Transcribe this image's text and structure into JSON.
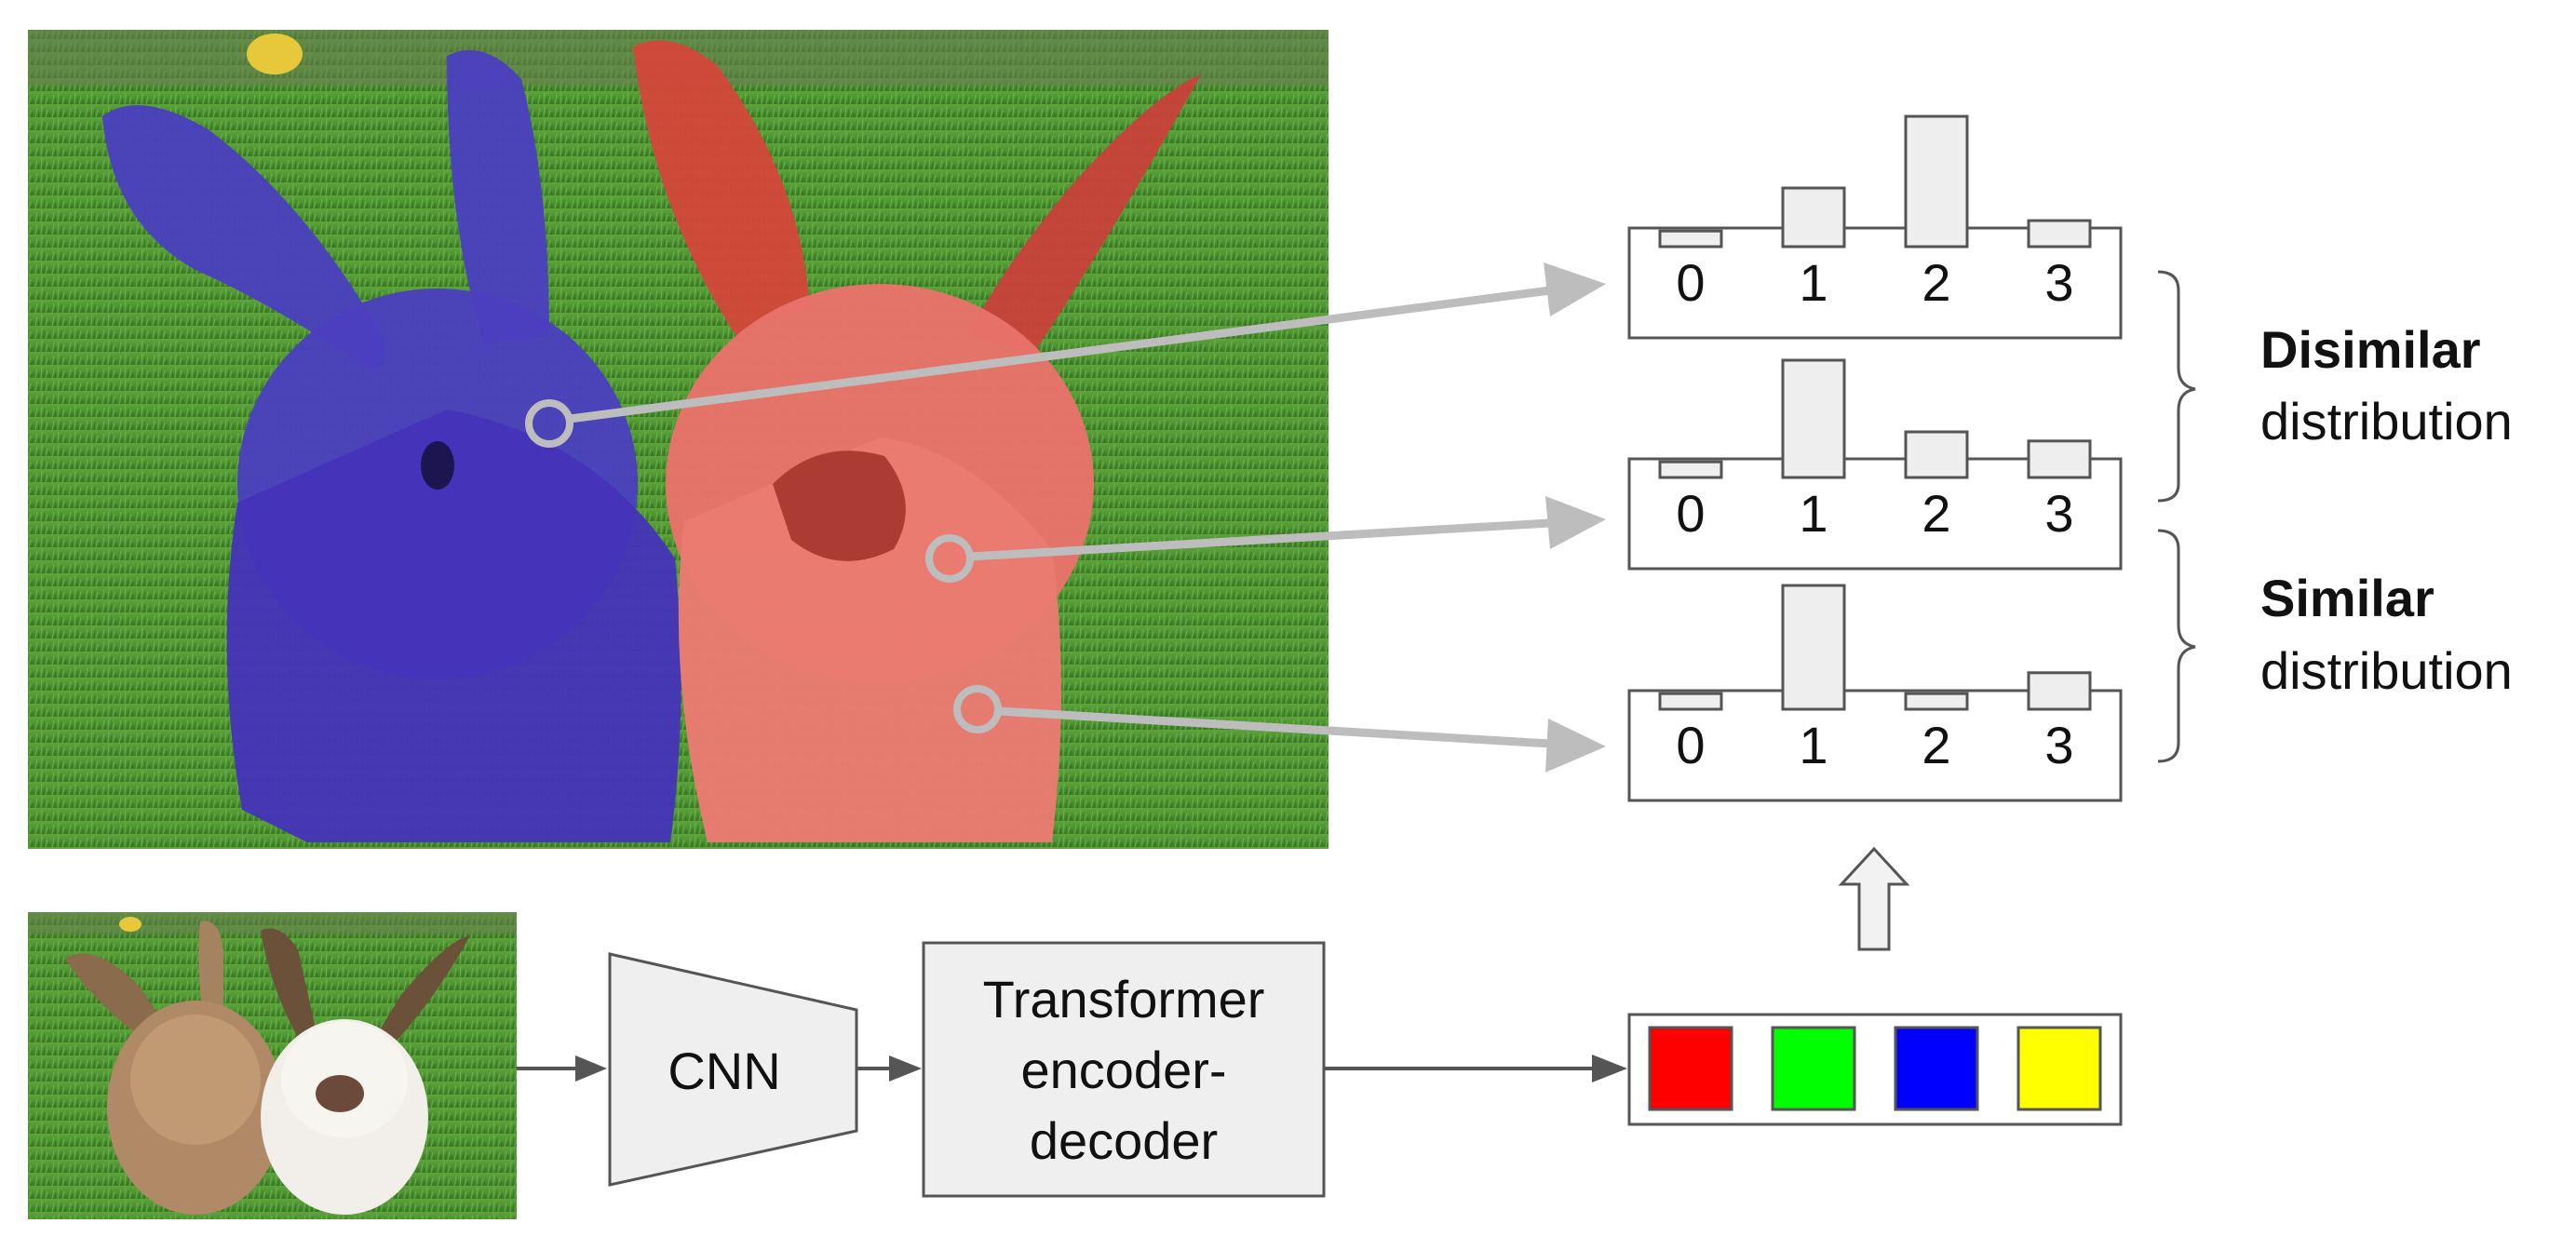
{
  "pipeline": {
    "backbone_label": "CNN",
    "transformer_lines": [
      "Transformer",
      "encoder-",
      "decoder"
    ]
  },
  "queries": {
    "colors": [
      "#ff0000",
      "#00ff00",
      "#0000ff",
      "#ffff00"
    ]
  },
  "distributions": {
    "categories": [
      "0",
      "1",
      "2",
      "3"
    ],
    "rows": [
      {
        "values": [
          0.12,
          0.45,
          1.0,
          0.2
        ]
      },
      {
        "values": [
          0.12,
          0.9,
          0.35,
          0.28
        ]
      },
      {
        "values": [
          0.12,
          0.95,
          0.12,
          0.28
        ]
      }
    ]
  },
  "groups": [
    {
      "title": "Disimilar",
      "subtitle": "distribution"
    },
    {
      "title": "Similar",
      "subtitle": "distribution"
    }
  ],
  "mask_colors": {
    "left_rabbit": "#4b3fc0",
    "right_rabbit": "#e8736a",
    "grass": "#3f8a2c"
  }
}
